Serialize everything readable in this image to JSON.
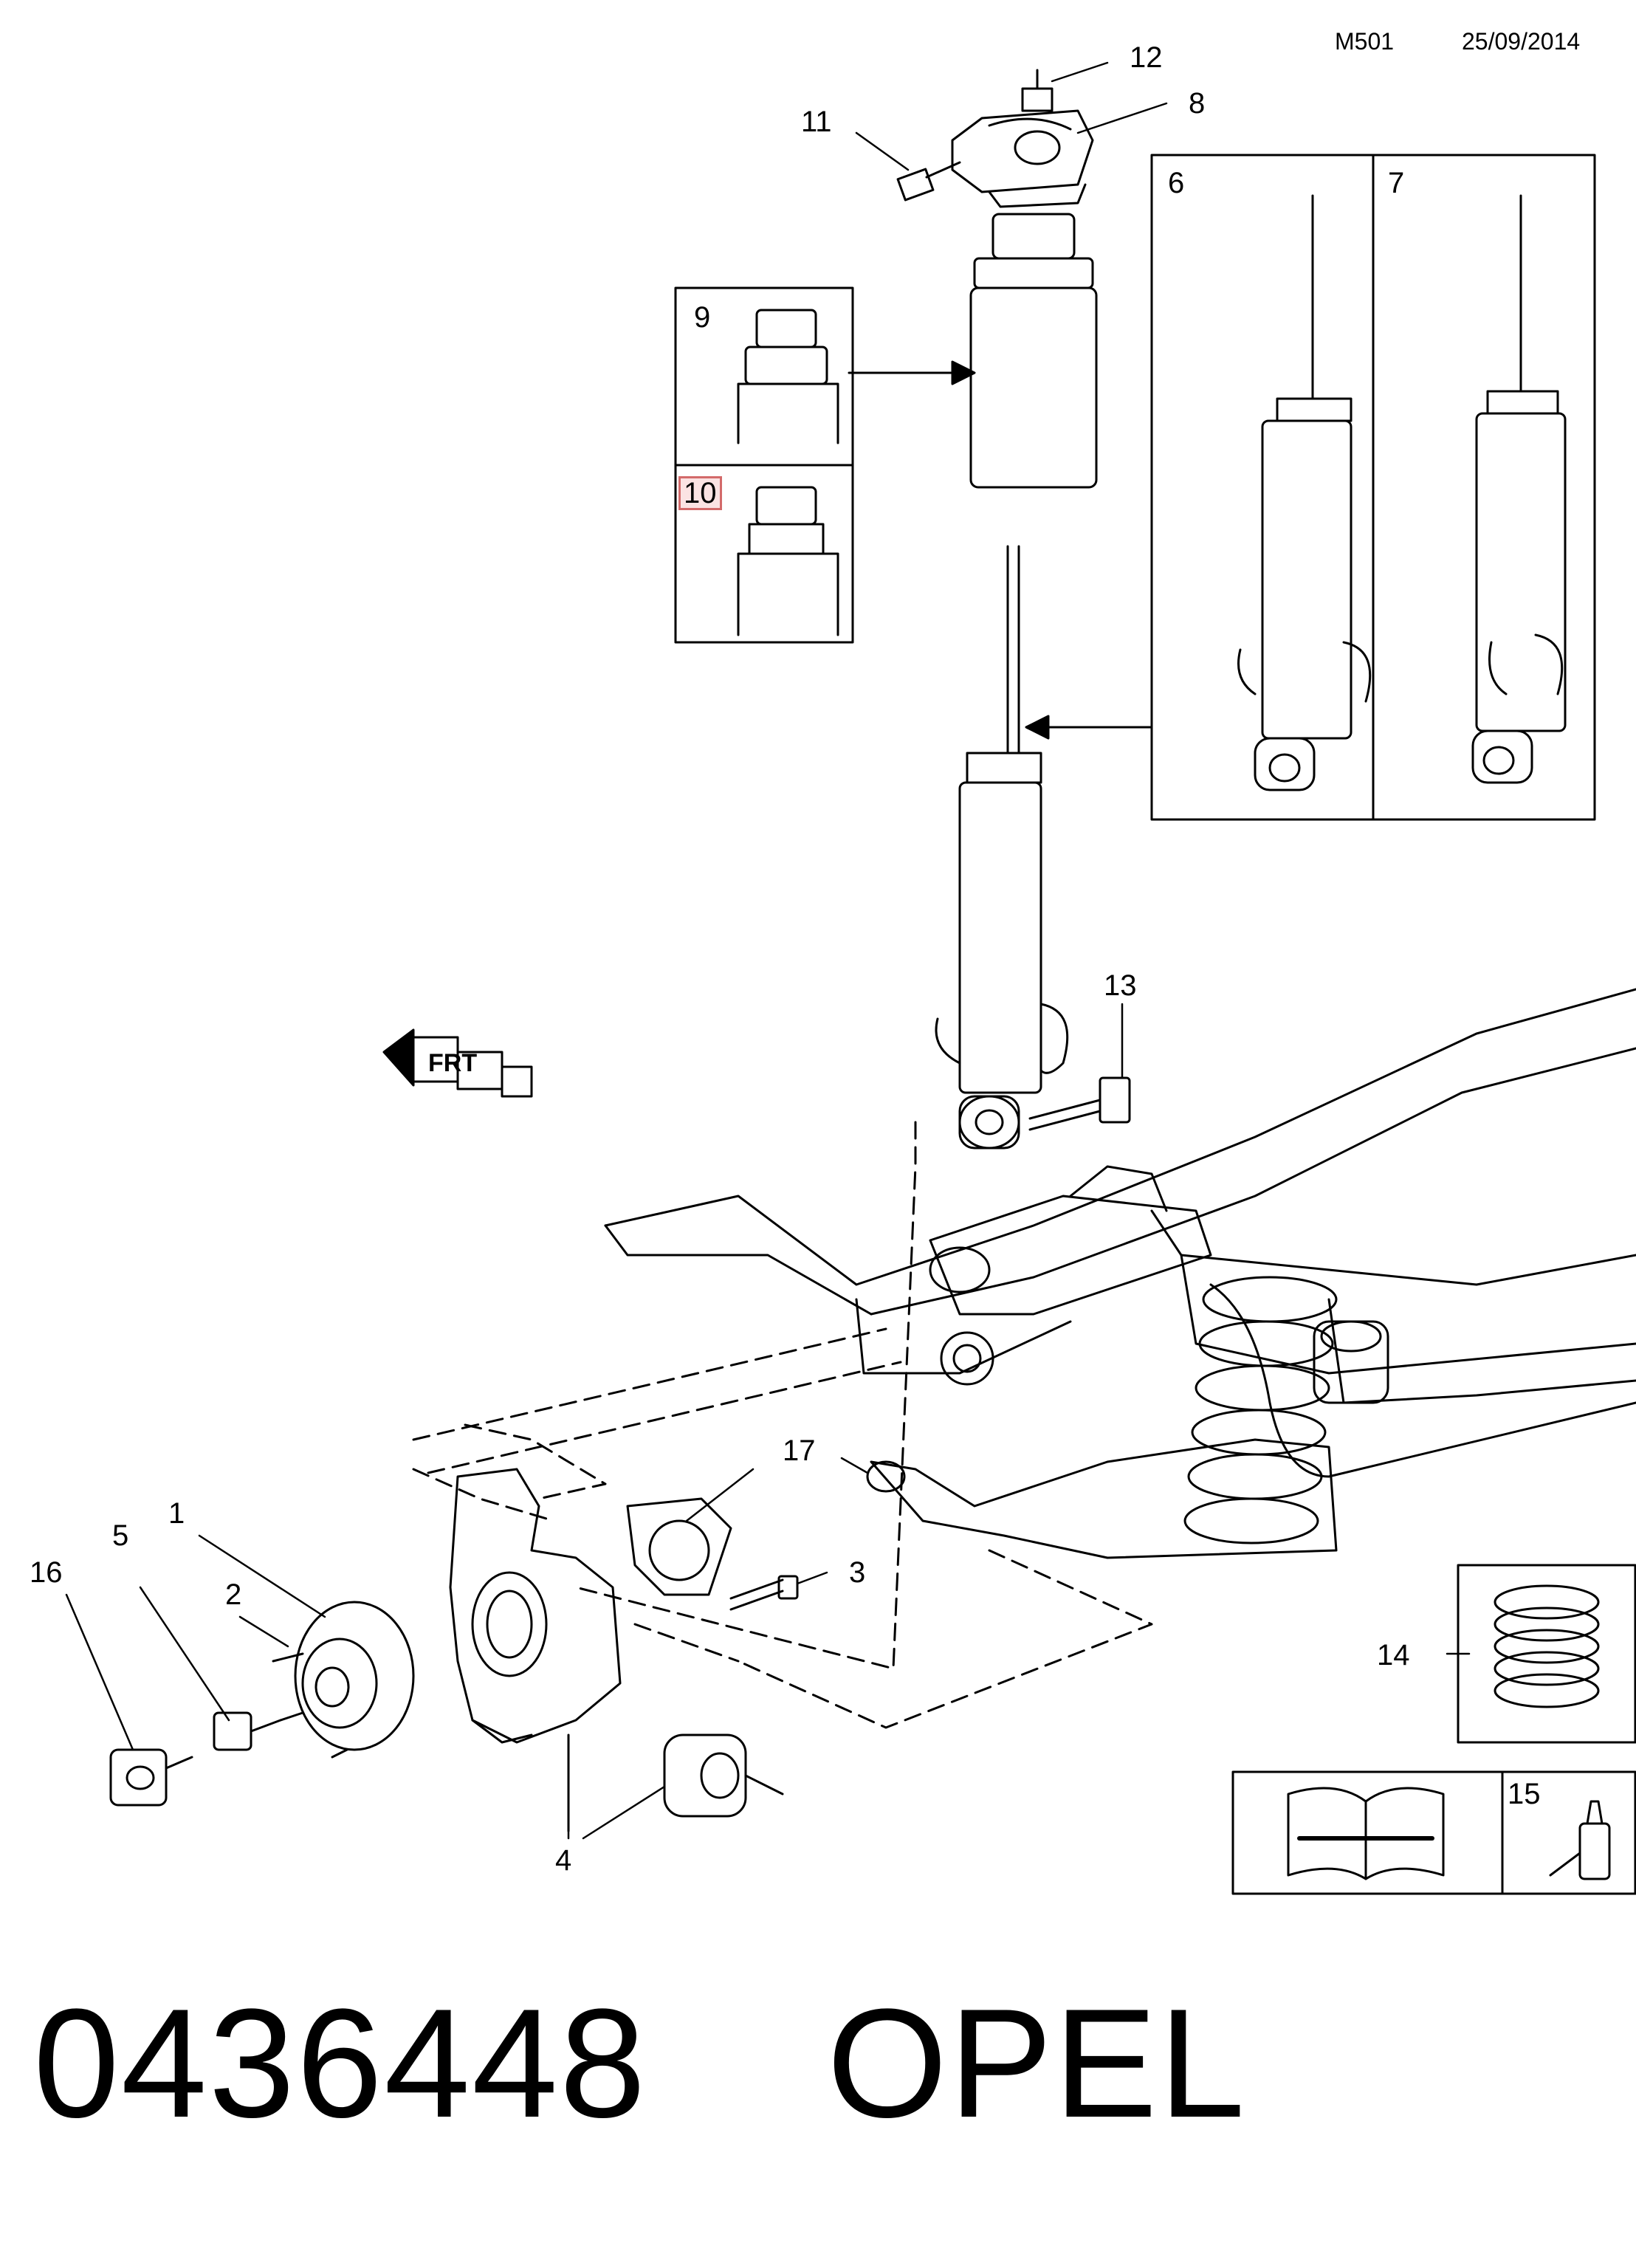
{
  "header": {
    "code": "M501",
    "date": "25/09/2014"
  },
  "footer": {
    "part_number": "0436448",
    "brand": "OPEL"
  },
  "direction_arrow": {
    "label": "FRT"
  },
  "callouts": [
    {
      "id": "c1",
      "text": "1"
    },
    {
      "id": "c2",
      "text": "2"
    },
    {
      "id": "c3",
      "text": "3"
    },
    {
      "id": "c4",
      "text": "4"
    },
    {
      "id": "c5",
      "text": "5"
    },
    {
      "id": "c6",
      "text": "6"
    },
    {
      "id": "c7",
      "text": "7"
    },
    {
      "id": "c8",
      "text": "8"
    },
    {
      "id": "c9",
      "text": "9"
    },
    {
      "id": "c10",
      "text": "10"
    },
    {
      "id": "c11",
      "text": "11"
    },
    {
      "id": "c12",
      "text": "12"
    },
    {
      "id": "c13",
      "text": "13"
    },
    {
      "id": "c14",
      "text": "14"
    },
    {
      "id": "c15",
      "text": "15"
    },
    {
      "id": "c16",
      "text": "16"
    },
    {
      "id": "c17",
      "text": "17"
    }
  ],
  "colors": {
    "line": "#000000",
    "highlight_border": "#d36a6a",
    "highlight_fill": "#fbe3e3"
  }
}
